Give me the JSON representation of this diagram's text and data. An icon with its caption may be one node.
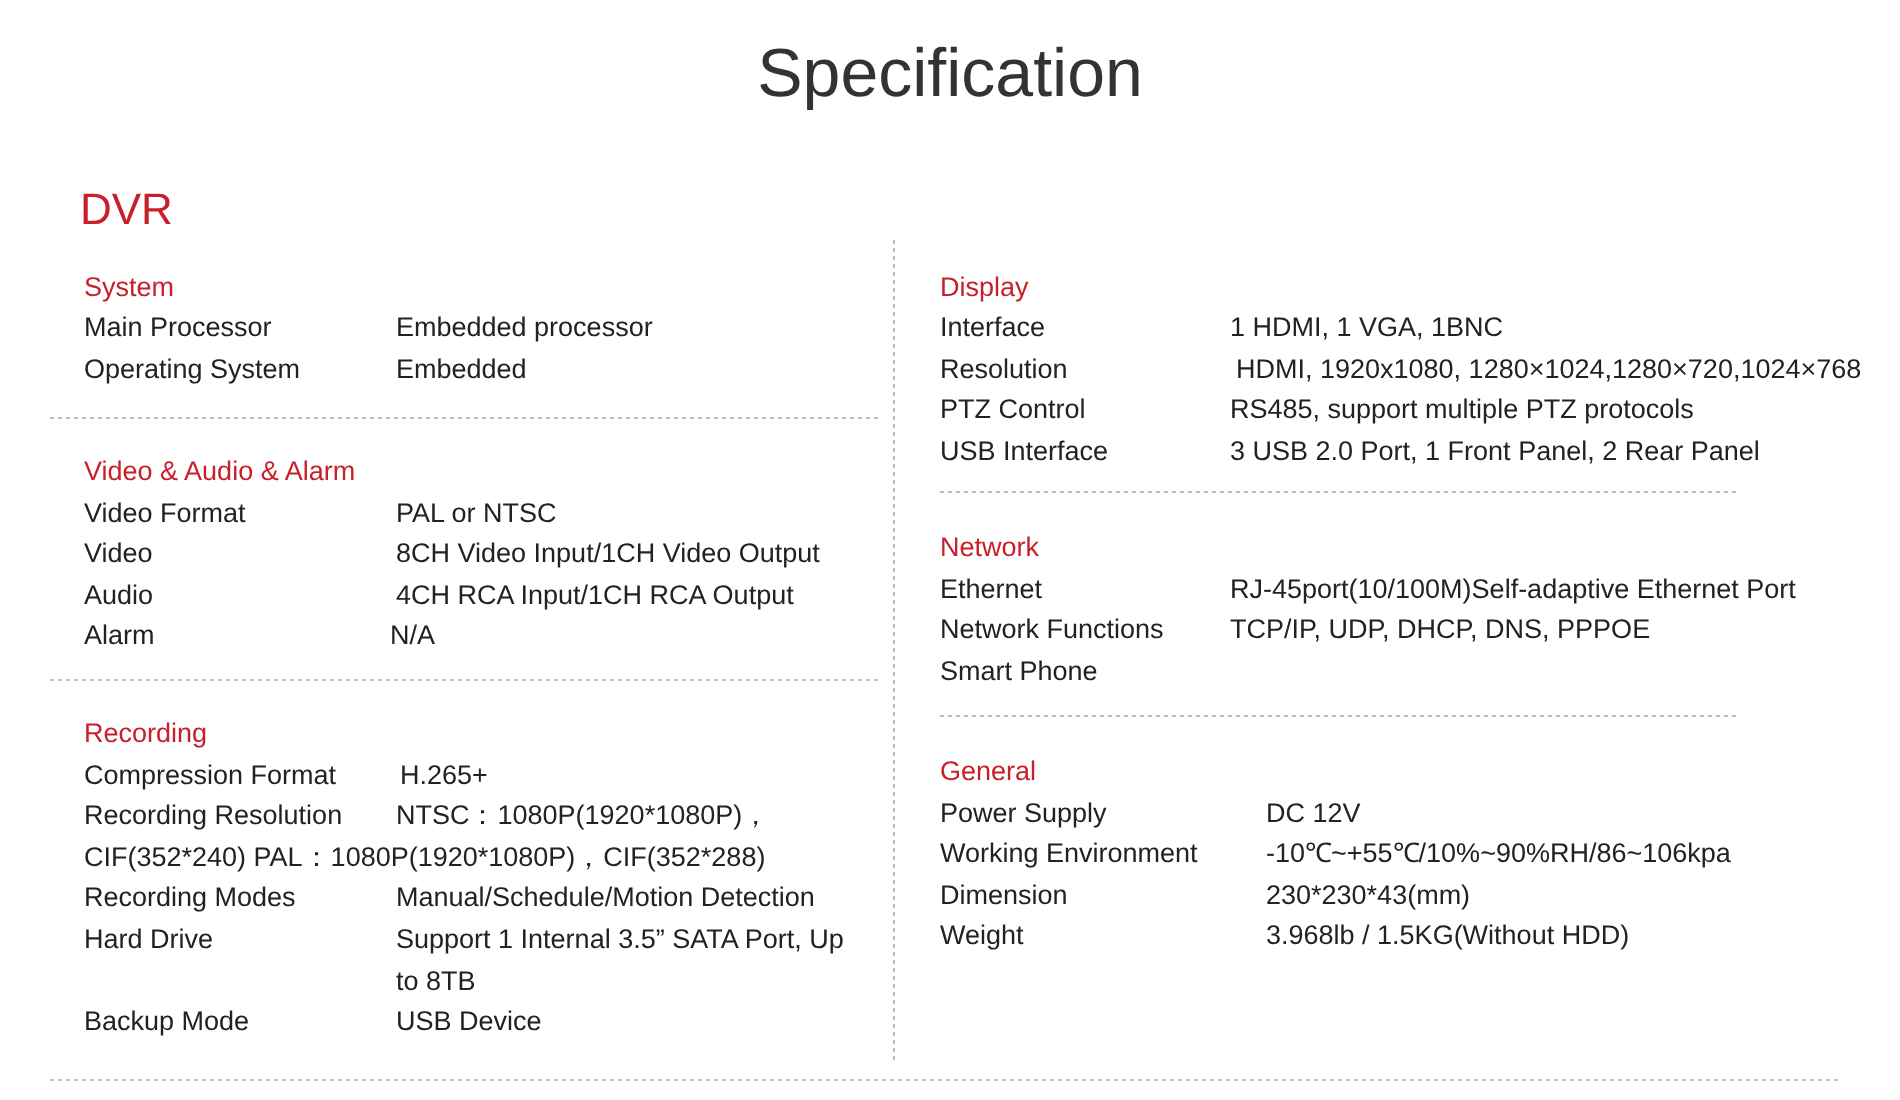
{
  "diagram": {
    "title": "Specification",
    "labels": [
      "DVR",
      "System",
      "Main Processor",
      "Embedded processor",
      "Operating System",
      "Embedded",
      "Video & Audio & Alarm",
      "Video Format",
      "PAL or NTSC",
      "Video",
      "8CH  Video Input/1CH  Video Output",
      "Audio",
      "4CH RCA Input/1CH RCA Output",
      "Alarm",
      "N/A",
      "Recording",
      "Compression Format",
      "H.265+",
      "Recording Resolution",
      "NTSC：1080P(1920*1080P)，CIF(352*240)  PAL：1080P(1920*1080P)，CIF(352*288)",
      "Recording Modes",
      "Manual/Schedule/Motion Detection",
      "Hard Drive",
      "Support 1 Internal 3.5” SATA Port, Up to 8TB",
      "Backup Mode",
      "USB Device",
      "Display",
      "Interface",
      "1 HDMI, 1 VGA, 1BNC",
      "Resolution",
      "HDMI,  1920x1080, 1280×1024,1280×720,1024×768",
      "PTZ Control",
      "RS485, support multiple PTZ protocols",
      "USB Interface",
      "3 USB 2.0 Port, 1 Front Panel, 2 Rear Panel",
      "Network",
      "Ethernet",
      "RJ-45port(10/100M)Self-adaptive Ethernet Port",
      "Network Functions",
      "TCP/IP, UDP, DHCP, DNS, PPPOE",
      "Smart Phone",
      "General",
      "Power Supply",
      "DC 12V",
      "Working Environment",
      "-10℃~+55℃/10%~90%RH/86~106kpa",
      "Dimension",
      "230*230*43(mm)",
      "Weight",
      "3.968lb / 1.5KG(Without HDD)"
    ]
  }
}
